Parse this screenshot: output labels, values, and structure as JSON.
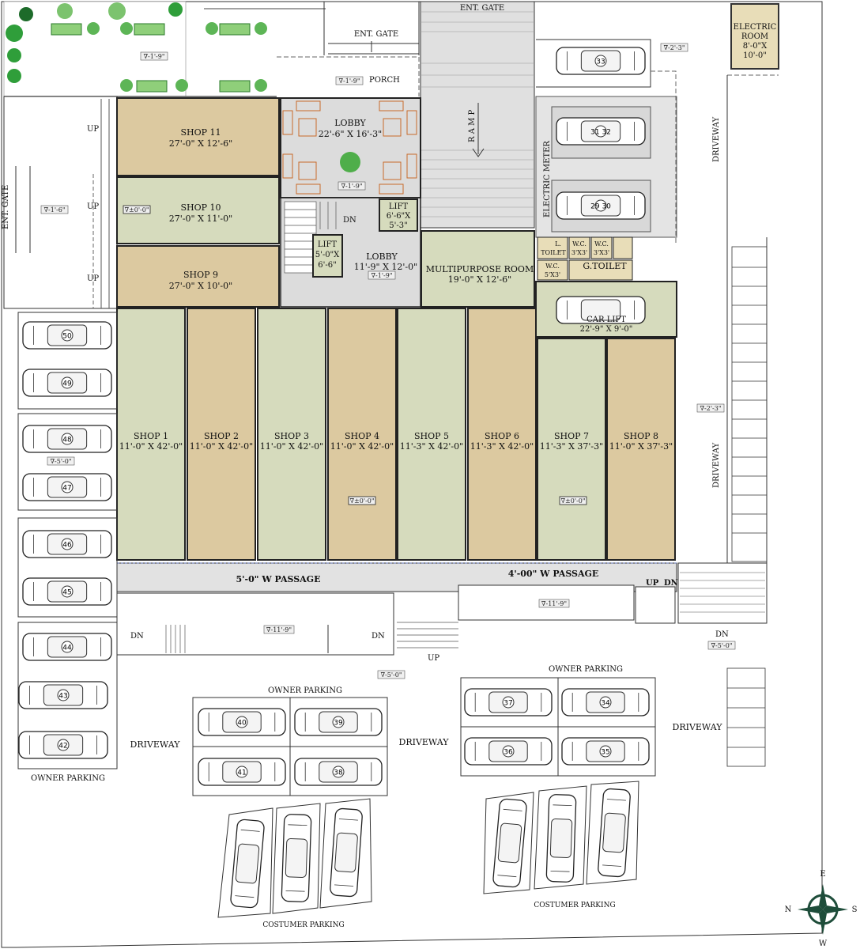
{
  "entrances": {
    "ent_gate_top_left": "ENT. GATE",
    "ent_gate_top_right": "ENT. GATE",
    "ent_gate_left": "ENT. GATE",
    "porch": "PORCH",
    "ramp": "R A M P"
  },
  "shops_upper": [
    {
      "name": "SHOP 11",
      "size": "27'-0\" X 12'-6\""
    },
    {
      "name": "SHOP 10",
      "size": "27'-0\" X 11'-0\""
    },
    {
      "name": "SHOP 9",
      "size": "27'-0\" X 10'-0\""
    }
  ],
  "shops_row": [
    {
      "name": "SHOP 1",
      "size": "11'-0\" X 42'-0\""
    },
    {
      "name": "SHOP 2",
      "size": "11'-0\" X 42'-0\""
    },
    {
      "name": "SHOP 3",
      "size": "11'-0\" X 42'-0\""
    },
    {
      "name": "SHOP 4",
      "size": "11'-0\" X 42'-0\""
    },
    {
      "name": "SHOP 5",
      "size": "11'-3\" X 42'-0\""
    },
    {
      "name": "SHOP 6",
      "size": "11'-3\" X 42'-0\""
    },
    {
      "name": "SHOP 7",
      "size": "11'-3\" X 37'-3\""
    },
    {
      "name": "SHOP 8",
      "size": "11'-0\" X 37'-3\""
    }
  ],
  "rooms": {
    "lobby_main": {
      "name": "LOBBY",
      "size": "22'-6\" X 16'-3\""
    },
    "lobby_small": {
      "name": "LOBBY",
      "size": "11'-9\" X 12'-0\""
    },
    "lift_a": {
      "name": "LIFT",
      "size1": "6'-6\"X",
      "size2": "5'-3\""
    },
    "lift_b": {
      "name": "LIFT",
      "size1": "5'-0\"X",
      "size2": "6'-6\""
    },
    "multipurpose": {
      "name": "MULTIPURPOSE ROOM",
      "size": "19'-0\" X 12'-6\""
    },
    "electric_room": {
      "line1": "ELECTRIC",
      "line2": "ROOM",
      "line3": "8'-0\"X",
      "line4": "10'-0\""
    },
    "electric_meter": "ELECTRIC METER",
    "l_toilet": {
      "line1": "L.",
      "line2": "TOILET"
    },
    "wc_a": {
      "line1": "W.C.",
      "line2": "3'X3'"
    },
    "wc_b": {
      "line1": "W.C.",
      "line2": "3'X3'"
    },
    "wc_c": {
      "line1": "W.C.",
      "line2": "5'X3'"
    },
    "g_toilet": "G.TOILET",
    "car_lift": {
      "name": "CAR LIFT",
      "size": "22'-9\" X 9'-0\""
    }
  },
  "passages": {
    "passage_left": "5'-0\" W PASSAGE",
    "passage_right": "4'-00\" W PASSAGE"
  },
  "stairs": {
    "up": "UP",
    "dn": "DN"
  },
  "levels": {
    "top_left": "∇-1'-9\"",
    "porch": "∇-1'-9\"",
    "lobby": "∇-1'-9\"",
    "lobby_small": "∇-1'-9\"",
    "top_right": "∇-2'-3\"",
    "left_side": "∇-1'-6\"",
    "shop10": "∇±0'-0\"",
    "shop4": "∇±0'-0\"",
    "shop7": "∇±0'-0\"",
    "driveway_right": "∇-2'-3\"",
    "left_parking": "∇-5'-0\"",
    "basement_left": "∇-11'-9\"",
    "basement_right": "∇-11'-9\"",
    "ground_mid": "∇-5'-0\"",
    "right_dn": "∇-5'-0\""
  },
  "driveways": {
    "right_top": "DRIVEWAY",
    "right_mid": "DRIVEWAY",
    "bottom_left": "DRIVEWAY",
    "bottom_mid": "DRIVEWAY",
    "bottom_right": "DRIVEWAY"
  },
  "parking_labels": {
    "owner_left": "OWNER PARKING",
    "owner_mid": "OWNER PARKING",
    "owner_right": "OWNER PARKING",
    "customer_left": "COSTUMER PARKING",
    "customer_right": "COSTUMER PARKING"
  },
  "car_numbers": {
    "c33": "33",
    "c31_32": "31 32",
    "c29_30": "29 30",
    "c50": "50",
    "c49": "49",
    "c48": "48",
    "c47": "47",
    "c46": "46",
    "c45": "45",
    "c44": "44",
    "c43": "43",
    "c42": "42",
    "c40": "40",
    "c39": "39",
    "c41": "41",
    "c38": "38",
    "c37": "37",
    "c34": "34",
    "c36": "36",
    "c35": "35"
  },
  "compass": {
    "n": "N",
    "e": "E",
    "s": "S",
    "w": "W"
  },
  "colors": {
    "shop_tan": "#dcc9a0",
    "shop_green": "#d6dbbd",
    "floor_gray": "#e2e2e2",
    "lobby_floor": "#dcdcdc",
    "wall": "#1a1a1a",
    "level_tag_fill": "#f0f0f0"
  }
}
